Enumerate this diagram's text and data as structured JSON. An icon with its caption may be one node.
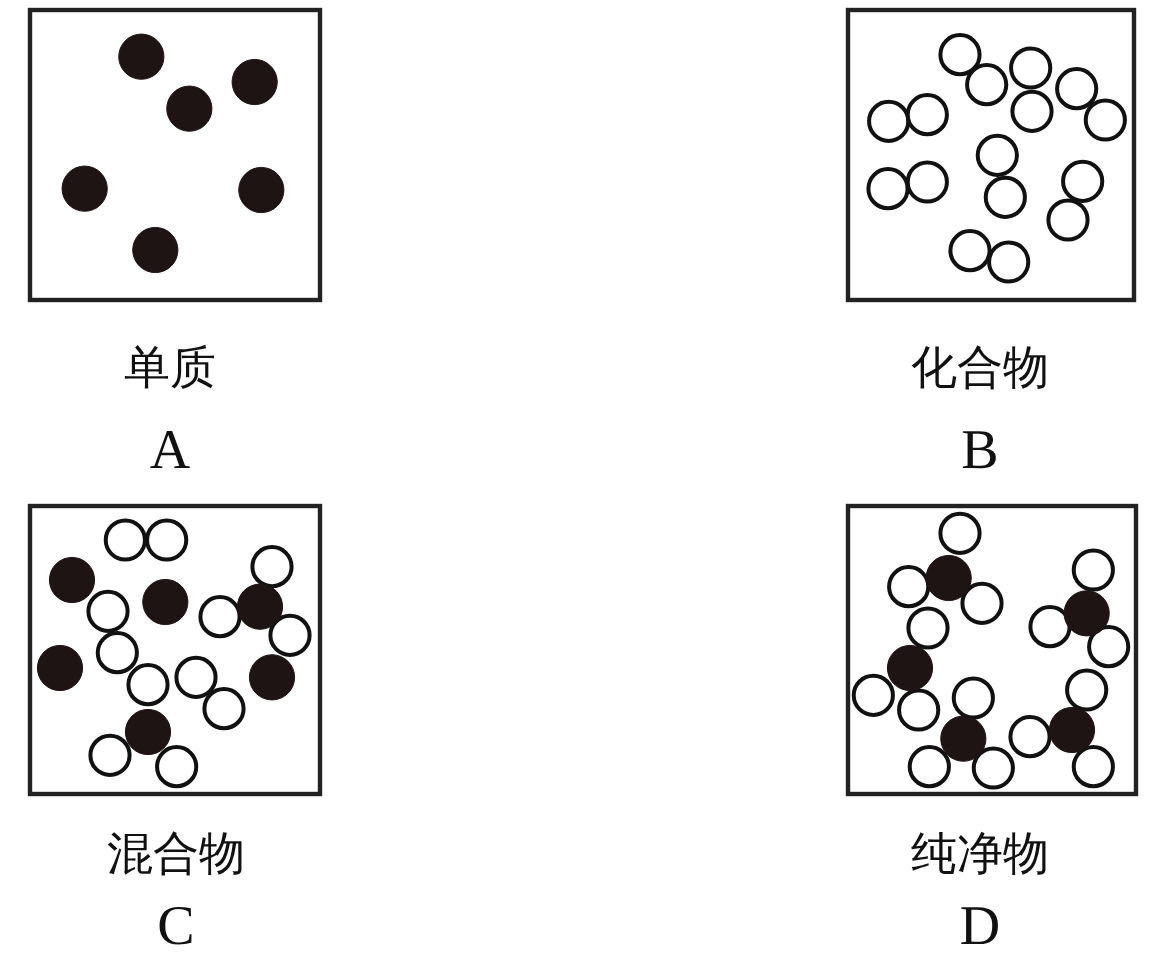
{
  "diagram": {
    "labels": [
      "单质",
      "化合物",
      "A",
      "B",
      "混合物",
      "纯净物",
      "C",
      "D"
    ]
  }
}
